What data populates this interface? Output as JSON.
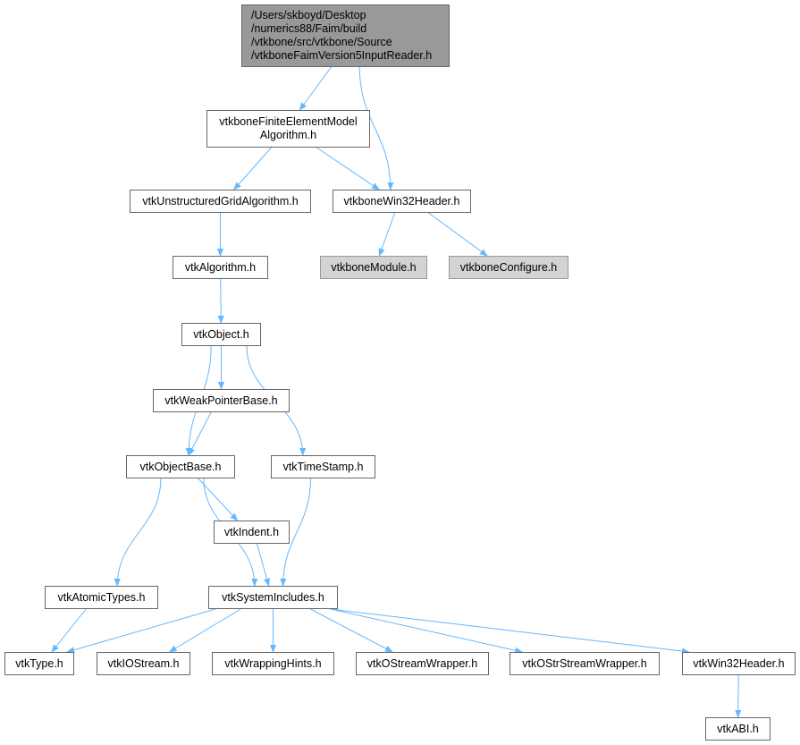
{
  "graph": {
    "edge_color": "#63b8ff",
    "root_fill": "#999999",
    "missing_fill": "#d3d3d3",
    "nodes": [
      {
        "id": "root",
        "kind": "root",
        "lines": [
          "/Users/skboyd/Desktop",
          "/numerics88/Faim/build",
          "/vtkbone/src/vtkbone/Source",
          "/vtkboneFaimVersion5InputReader.h"
        ]
      },
      {
        "id": "fea",
        "lines": [
          "vtkboneFiniteElementModel",
          "Algorithm.h"
        ]
      },
      {
        "id": "uga",
        "lines": [
          "vtkUnstructuredGridAlgorithm.h"
        ]
      },
      {
        "id": "bw32",
        "lines": [
          "vtkboneWin32Header.h"
        ]
      },
      {
        "id": "alg",
        "lines": [
          "vtkAlgorithm.h"
        ]
      },
      {
        "id": "bmod",
        "kind": "missing",
        "lines": [
          "vtkboneModule.h"
        ]
      },
      {
        "id": "bconf",
        "kind": "missing",
        "lines": [
          "vtkboneConfigure.h"
        ]
      },
      {
        "id": "obj",
        "lines": [
          "vtkObject.h"
        ]
      },
      {
        "id": "wpb",
        "lines": [
          "vtkWeakPointerBase.h"
        ]
      },
      {
        "id": "objb",
        "lines": [
          "vtkObjectBase.h"
        ]
      },
      {
        "id": "ts",
        "lines": [
          "vtkTimeStamp.h"
        ]
      },
      {
        "id": "ind",
        "lines": [
          "vtkIndent.h"
        ]
      },
      {
        "id": "at",
        "lines": [
          "vtkAtomicTypes.h"
        ]
      },
      {
        "id": "si",
        "lines": [
          "vtkSystemIncludes.h"
        ]
      },
      {
        "id": "type",
        "lines": [
          "vtkType.h"
        ]
      },
      {
        "id": "ios",
        "lines": [
          "vtkIOStream.h"
        ]
      },
      {
        "id": "wh",
        "lines": [
          "vtkWrappingHints.h"
        ]
      },
      {
        "id": "osw",
        "lines": [
          "vtkOStreamWrapper.h"
        ]
      },
      {
        "id": "ossw",
        "lines": [
          "vtkOStrStreamWrapper.h"
        ]
      },
      {
        "id": "w32",
        "lines": [
          "vtkWin32Header.h"
        ]
      },
      {
        "id": "abi",
        "lines": [
          "vtkABI.h"
        ]
      }
    ],
    "edges": [
      [
        "root",
        "fea"
      ],
      [
        "root",
        "bw32"
      ],
      [
        "fea",
        "uga"
      ],
      [
        "fea",
        "bw32"
      ],
      [
        "uga",
        "alg"
      ],
      [
        "bw32",
        "bmod"
      ],
      [
        "bw32",
        "bconf"
      ],
      [
        "alg",
        "obj"
      ],
      [
        "obj",
        "objb"
      ],
      [
        "obj",
        "wpb"
      ],
      [
        "obj",
        "ts"
      ],
      [
        "wpb",
        "objb"
      ],
      [
        "objb",
        "at"
      ],
      [
        "objb",
        "si"
      ],
      [
        "objb",
        "ind"
      ],
      [
        "ind",
        "si"
      ],
      [
        "ts",
        "si"
      ],
      [
        "at",
        "type"
      ],
      [
        "si",
        "type"
      ],
      [
        "si",
        "ios"
      ],
      [
        "si",
        "wh"
      ],
      [
        "si",
        "osw"
      ],
      [
        "si",
        "ossw"
      ],
      [
        "si",
        "w32"
      ],
      [
        "w32",
        "abi"
      ]
    ]
  }
}
